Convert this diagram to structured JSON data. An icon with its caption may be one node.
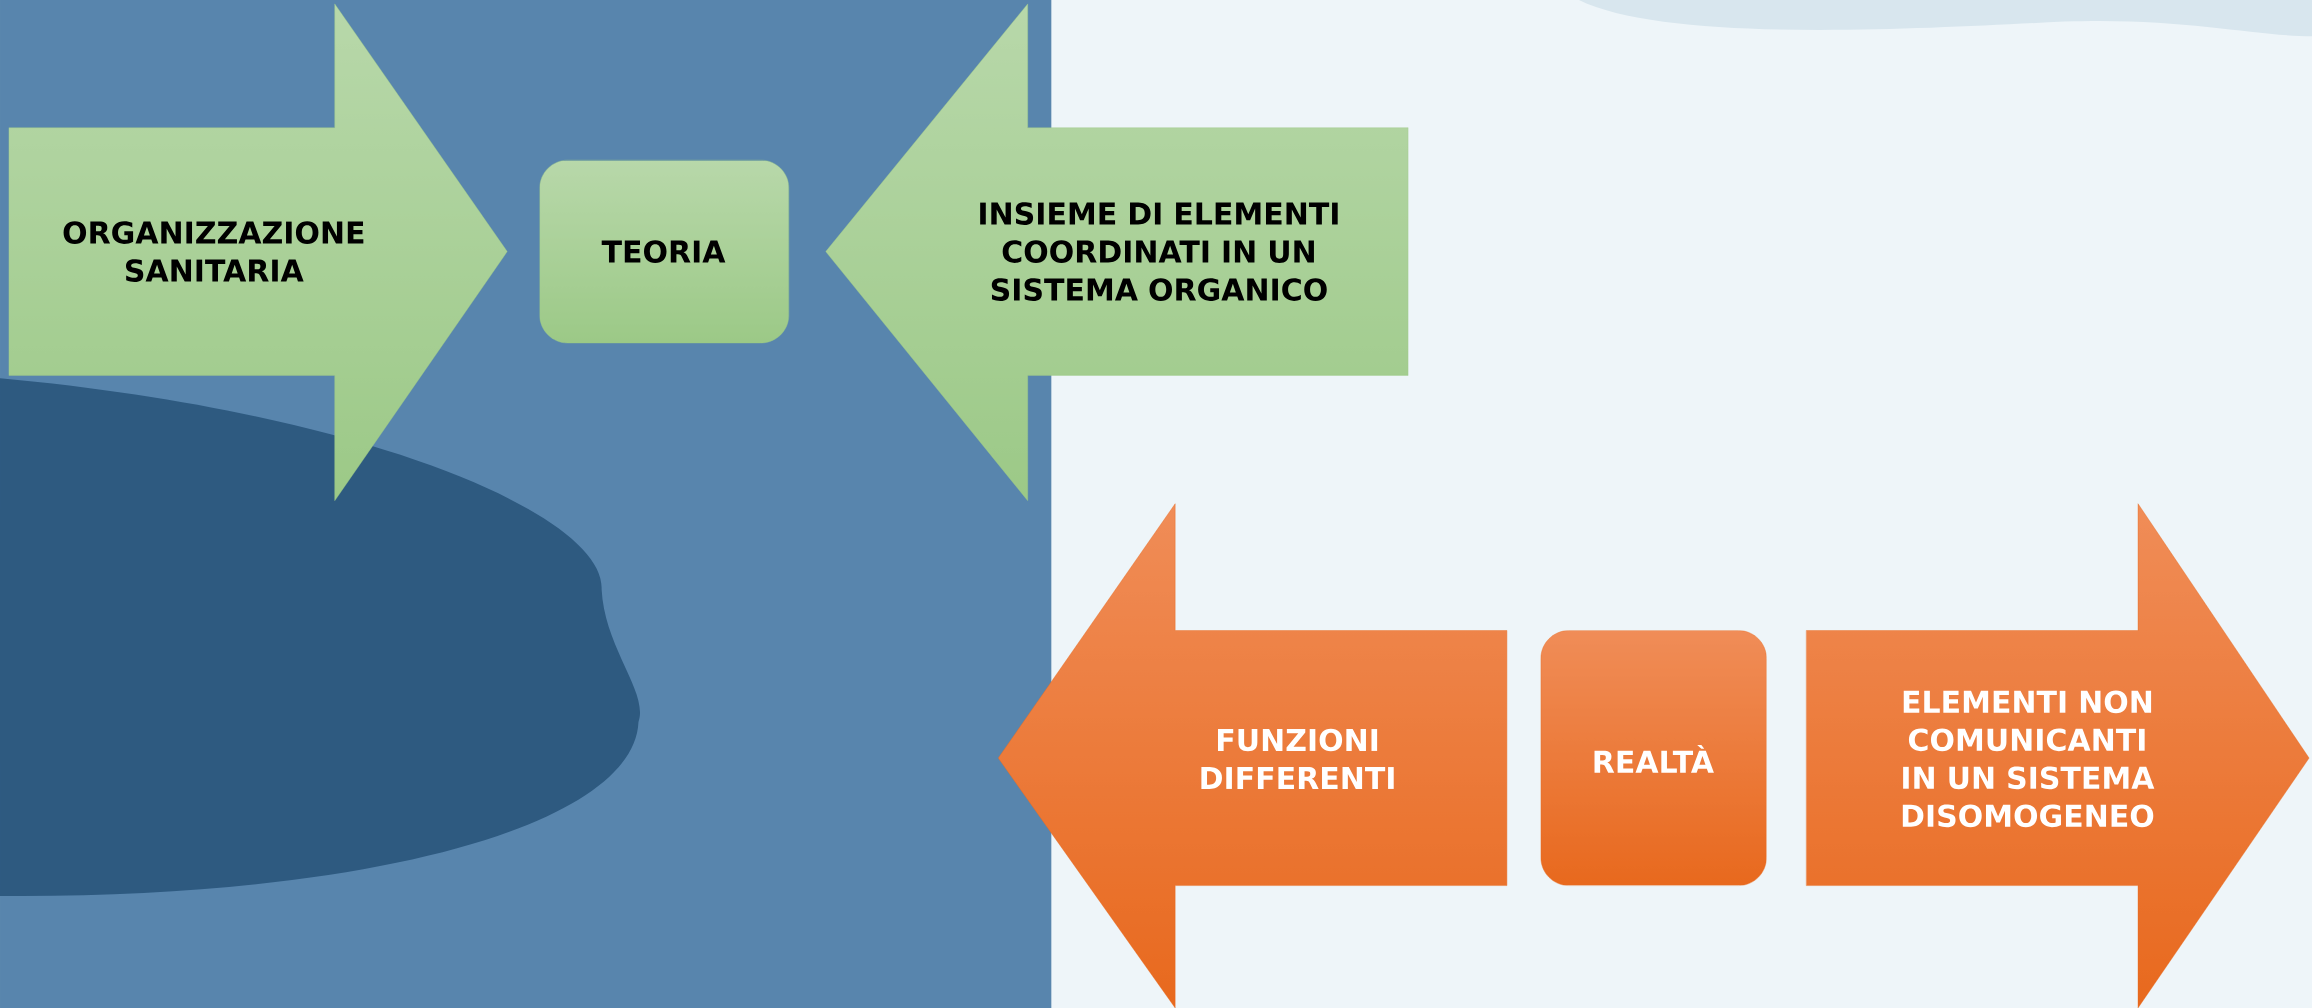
{
  "diagram": {
    "nodes": [
      {
        "text": [
          "ORGANIZZAZIONE SANITARIA"
        ]
      },
      {
        "text": [
          "TEORIA"
        ]
      },
      {
        "text": [
          "INSIEME DI ELEMENTI COORDINATI IN UN SISTEMA ORGANICO"
        ]
      },
      {
        "text": [
          "FUNZIONI DIFFERENTI"
        ]
      },
      {
        "text": [
          "REALTÀ"
        ]
      },
      {
        "text": [
          "ELEMENTI NON COMUNICANTI IN UN SISTEMA DISOMOGENEO"
        ]
      }
    ]
  }
}
